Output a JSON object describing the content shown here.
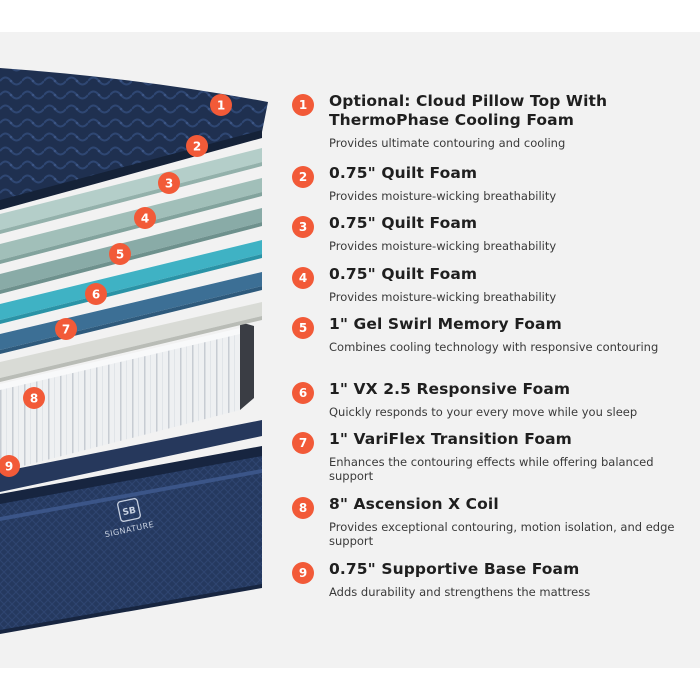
{
  "brand": {
    "logo_text": "SIGNATURE"
  },
  "colors": {
    "accent": "#f25a38",
    "mattress_navy": "#24365a",
    "page_background": "#f2f2f2"
  },
  "layers": [
    {
      "number": "1",
      "title": "Optional: Cloud Pillow Top With ThermoPhase Cooling Foam",
      "description": "Provides ultimate contouring and cooling"
    },
    {
      "number": "2",
      "title": "0.75\" Quilt Foam",
      "description": "Provides moisture-wicking breathability"
    },
    {
      "number": "3",
      "title": "0.75\" Quilt Foam",
      "description": "Provides moisture-wicking breathability"
    },
    {
      "number": "4",
      "title": "0.75\" Quilt Foam",
      "description": "Provides moisture-wicking breathability"
    },
    {
      "number": "5",
      "title": "1\" Gel Swirl Memory Foam",
      "description": "Combines cooling technology with responsive contouring"
    },
    {
      "number": "6",
      "title": "1\" VX 2.5 Responsive Foam",
      "description": "Quickly responds to your every move while you sleep"
    },
    {
      "number": "7",
      "title": "1\" VariFlex Transition Foam",
      "description": "Enhances the contouring effects while offering balanced support"
    },
    {
      "number": "8",
      "title": "8\" Ascension X Coil",
      "description": "Provides exceptional contouring, motion isolation, and edge support"
    },
    {
      "number": "9",
      "title": "0.75\" Supportive Base Foam",
      "description": "Adds durability and strengthens the mattress"
    }
  ]
}
